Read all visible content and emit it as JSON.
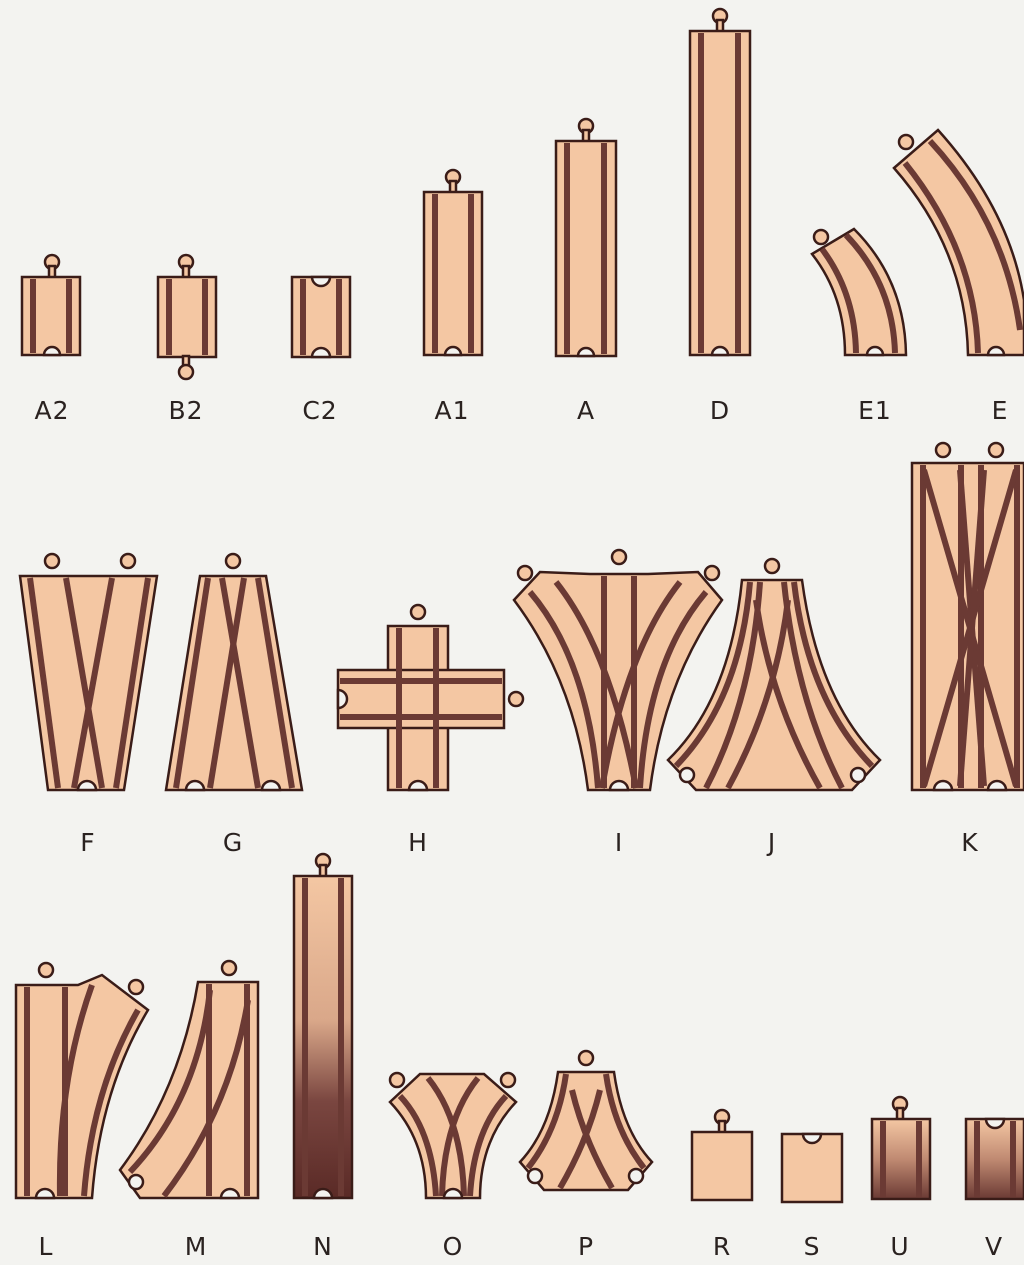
{
  "colors": {
    "wood": "#f4c7a3",
    "rail": "#6b3a34",
    "outline": "#3a1c18",
    "background": "#f3f3f0"
  },
  "labels": {
    "a2": "A2",
    "b2": "B2",
    "c2": "C2",
    "a1": "A1",
    "a": "A",
    "d": "D",
    "e1": "E1",
    "e": "E",
    "f": "F",
    "g": "G",
    "h": "H",
    "i": "I",
    "j": "J",
    "k": "K",
    "l": "L",
    "m": "M",
    "n": "N",
    "o": "O",
    "p": "P",
    "r": "R",
    "s": "S",
    "u": "U",
    "v": "V"
  }
}
